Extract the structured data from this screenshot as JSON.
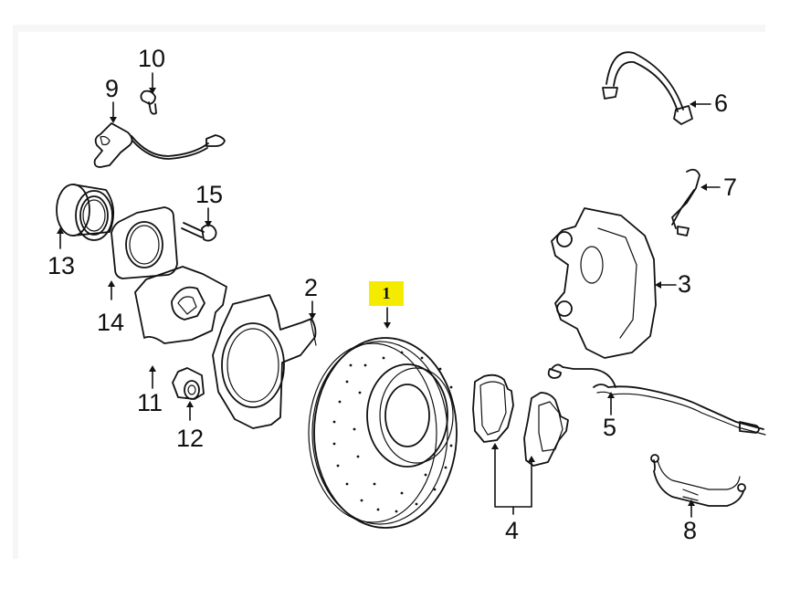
{
  "diagram": {
    "title": "Front brake assembly exploded parts diagram",
    "highlighted_callout": "1",
    "highlight_color": "#f5eb00",
    "callouts": [
      {
        "number": "1",
        "part": "brake-rotor"
      },
      {
        "number": "2",
        "part": "splash-shield"
      },
      {
        "number": "3",
        "part": "brake-caliper"
      },
      {
        "number": "4",
        "part": "brake-pads"
      },
      {
        "number": "5",
        "part": "pad-wear-sensor"
      },
      {
        "number": "6",
        "part": "brake-hose"
      },
      {
        "number": "7",
        "part": "brake-line"
      },
      {
        "number": "8",
        "part": "abs-sensor-harness"
      },
      {
        "number": "9",
        "part": "abs-wheel-speed-sensor"
      },
      {
        "number": "10",
        "part": "sensor-bolt"
      },
      {
        "number": "11",
        "part": "wheel-hub"
      },
      {
        "number": "12",
        "part": "hub-nut"
      },
      {
        "number": "13",
        "part": "wheel-bearing"
      },
      {
        "number": "14",
        "part": "bearing-retainer-plate"
      },
      {
        "number": "15",
        "part": "retainer-bolt"
      }
    ]
  }
}
